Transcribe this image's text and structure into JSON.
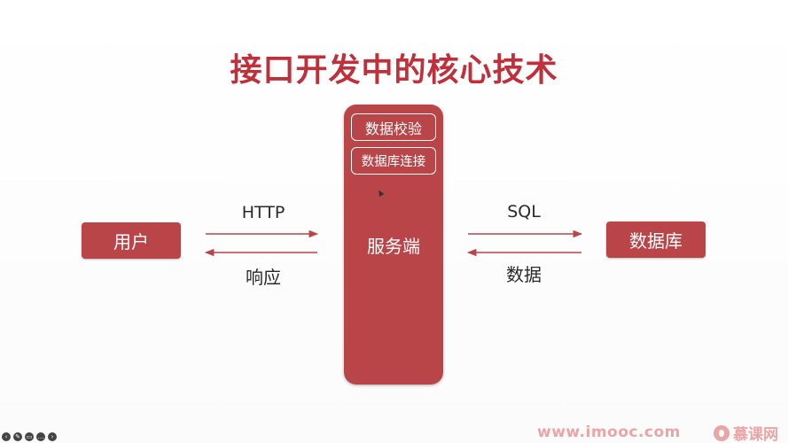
{
  "slide": {
    "title": "接口开发中的核心技术"
  },
  "diagram": {
    "user_box": "用户",
    "server": {
      "label": "服务端",
      "modules": [
        "数据校验",
        "数据库连接"
      ]
    },
    "database_box": "数据库",
    "edges": {
      "request_label": "HTTP",
      "response_label": "响应",
      "query_label": "SQL",
      "result_label": "数据"
    }
  },
  "watermark": {
    "url": "www.imooc.com",
    "brand": "慕课网"
  },
  "colors": {
    "title": "#c0303a",
    "box_fill": "#b94548",
    "arrow": "#b94548",
    "watermark": "#e8a6a6"
  },
  "toolbar": {
    "icons": [
      "prev-icon",
      "pen-icon",
      "captions-icon",
      "more-icon",
      "next-icon"
    ]
  }
}
